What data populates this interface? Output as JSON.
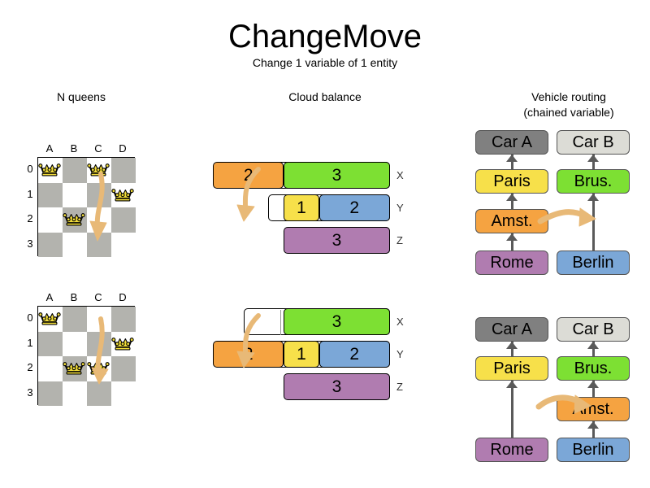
{
  "header": {
    "title": "ChangeMove",
    "subtitle": "Change 1 variable of 1 entity"
  },
  "sections": {
    "nqueens": {
      "heading": "N queens"
    },
    "cloud": {
      "heading": "Cloud balance"
    },
    "routing": {
      "heading_line1": "Vehicle routing",
      "heading_line2": "(chained variable)"
    }
  },
  "colors": {
    "orange": "#F5A341",
    "green": "#7DE033",
    "yellow": "#F7E04A",
    "blue": "#7BA7D7",
    "purple": "#B07CB0",
    "gray_dark": "#808080",
    "gray_light": "#DCDCD6",
    "board_dark": "#B3B3AE",
    "board_light": "#FFFFFF",
    "arrow": "#E8B977",
    "arrow_dark": "#D79A2B",
    "queen_gold": "#F2DD3A"
  },
  "nqueens": {
    "files": [
      "A",
      "B",
      "C",
      "D"
    ],
    "ranks": [
      "0",
      "1",
      "2",
      "3"
    ],
    "before": {
      "queens": [
        {
          "file": "A",
          "rank": "0"
        },
        {
          "file": "C",
          "rank": "0"
        },
        {
          "file": "D",
          "rank": "1"
        },
        {
          "file": "B",
          "rank": "2"
        }
      ],
      "move": {
        "from_file": "C",
        "from_rank": "0",
        "to_file": "C",
        "to_rank": "2"
      }
    },
    "after": {
      "queens": [
        {
          "file": "A",
          "rank": "0"
        },
        {
          "file": "D",
          "rank": "1"
        },
        {
          "file": "B",
          "rank": "2"
        },
        {
          "file": "C",
          "rank": "2"
        }
      ]
    }
  },
  "cloud": {
    "labels": [
      "X",
      "Y",
      "Z"
    ],
    "before": {
      "computers": [
        {
          "label": "X",
          "processes": [
            {
              "value": "2",
              "color": "#F5A341"
            },
            {
              "value": "3",
              "color": "#7DE033"
            }
          ]
        },
        {
          "label": "Y",
          "processes": [
            {
              "value": "1",
              "color": "#F7E04A"
            },
            {
              "value": "2",
              "color": "#7BA7D7"
            }
          ]
        },
        {
          "label": "Z",
          "processes": [
            {
              "value": "3",
              "color": "#B07CB0"
            }
          ]
        }
      ]
    },
    "after": {
      "computers": [
        {
          "label": "X",
          "processes": [
            {
              "value": "3",
              "color": "#7DE033"
            }
          ]
        },
        {
          "label": "Y",
          "processes": [
            {
              "value": "2",
              "color": "#F5A341"
            },
            {
              "value": "1",
              "color": "#F7E04A"
            },
            {
              "value": "2",
              "color": "#7BA7D7"
            }
          ]
        },
        {
          "label": "Z",
          "processes": [
            {
              "value": "3",
              "color": "#B07CB0"
            }
          ]
        }
      ]
    },
    "move": {
      "process_value": "2",
      "from": "X",
      "to": "Y"
    }
  },
  "routing": {
    "before": {
      "chain_a": [
        "Car A",
        "Paris",
        "Amst.",
        "Rome"
      ],
      "chain_b": [
        "Car B",
        "Brus.",
        "Berlin"
      ]
    },
    "after": {
      "chain_a": [
        "Car A",
        "Paris",
        "Rome"
      ],
      "chain_b": [
        "Car B",
        "Brus.",
        "Amst.",
        "Berlin"
      ]
    },
    "nodes": {
      "car_a": {
        "label": "Car A",
        "color": "#808080"
      },
      "car_b": {
        "label": "Car B",
        "color": "#DCDCD6"
      },
      "paris": {
        "label": "Paris",
        "color": "#F7E04A"
      },
      "brussels": {
        "label": "Brus.",
        "color": "#7DE033"
      },
      "amsterdam": {
        "label": "Amst.",
        "color": "#F5A341"
      },
      "rome": {
        "label": "Rome",
        "color": "#B07CB0"
      },
      "berlin": {
        "label": "Berlin",
        "color": "#7BA7D7"
      }
    },
    "move": {
      "entity": "Amst.",
      "from_vehicle": "Car A",
      "to_vehicle": "Car B"
    }
  }
}
